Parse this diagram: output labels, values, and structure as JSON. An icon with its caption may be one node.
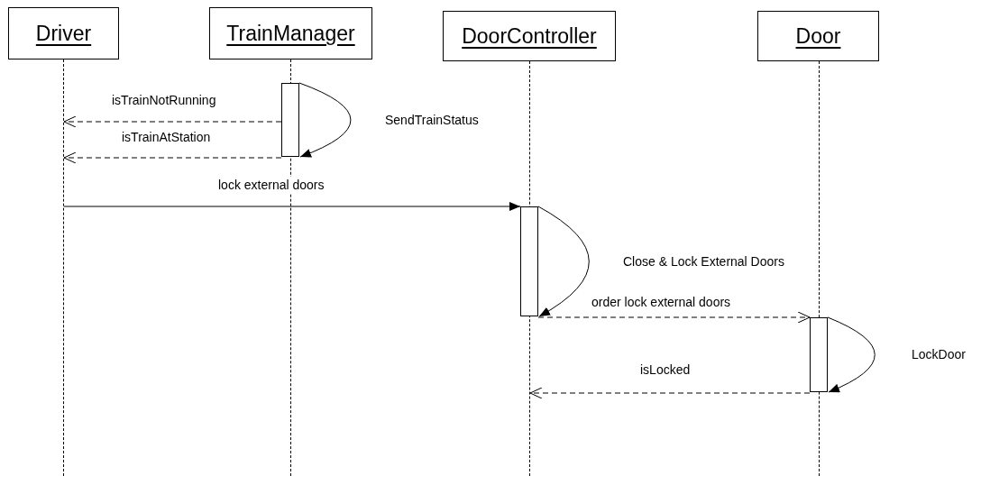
{
  "diagram": {
    "nodes": [
      {
        "text": [
          "Driver"
        ]
      },
      {
        "text": [
          "TrainManager"
        ]
      },
      {
        "text": [
          "DoorController"
        ]
      },
      {
        "text": [
          "Door"
        ]
      },
      {
        "text": [],
        "shape": "line"
      },
      {
        "text": [],
        "shape": "line"
      },
      {
        "text": [],
        "shape": "line"
      },
      {
        "text": [],
        "shape": "line"
      },
      {
        "text": [],
        "shape": "box"
      },
      {
        "text": [],
        "shape": "box"
      },
      {
        "text": [],
        "shape": "box"
      }
    ],
    "edges": [
      {
        "from": 8,
        "to": 4,
        "arrow": "to",
        "label": "isTrainNotRunning",
        "style": "dashed"
      },
      {
        "from": 8,
        "to": 4,
        "arrow": "to",
        "label": "isTrainAtStation",
        "style": "dashed"
      },
      {
        "from": 8,
        "to": 8,
        "arrow": "to",
        "label": "SendTrainStatus"
      },
      {
        "from": 4,
        "to": 9,
        "arrow": "to",
        "label": "lock external doors"
      },
      {
        "from": 9,
        "to": 9,
        "arrow": "to",
        "label": "Close & Lock External Doors"
      },
      {
        "from": 9,
        "to": 10,
        "arrow": "to",
        "label": "order lock external doors",
        "style": "dashed"
      },
      {
        "from": 10,
        "to": 10,
        "arrow": "to",
        "label": "LockDoor"
      },
      {
        "from": 10,
        "to": 6,
        "arrow": "to",
        "label": "isLocked",
        "style": "dashed"
      }
    ]
  }
}
